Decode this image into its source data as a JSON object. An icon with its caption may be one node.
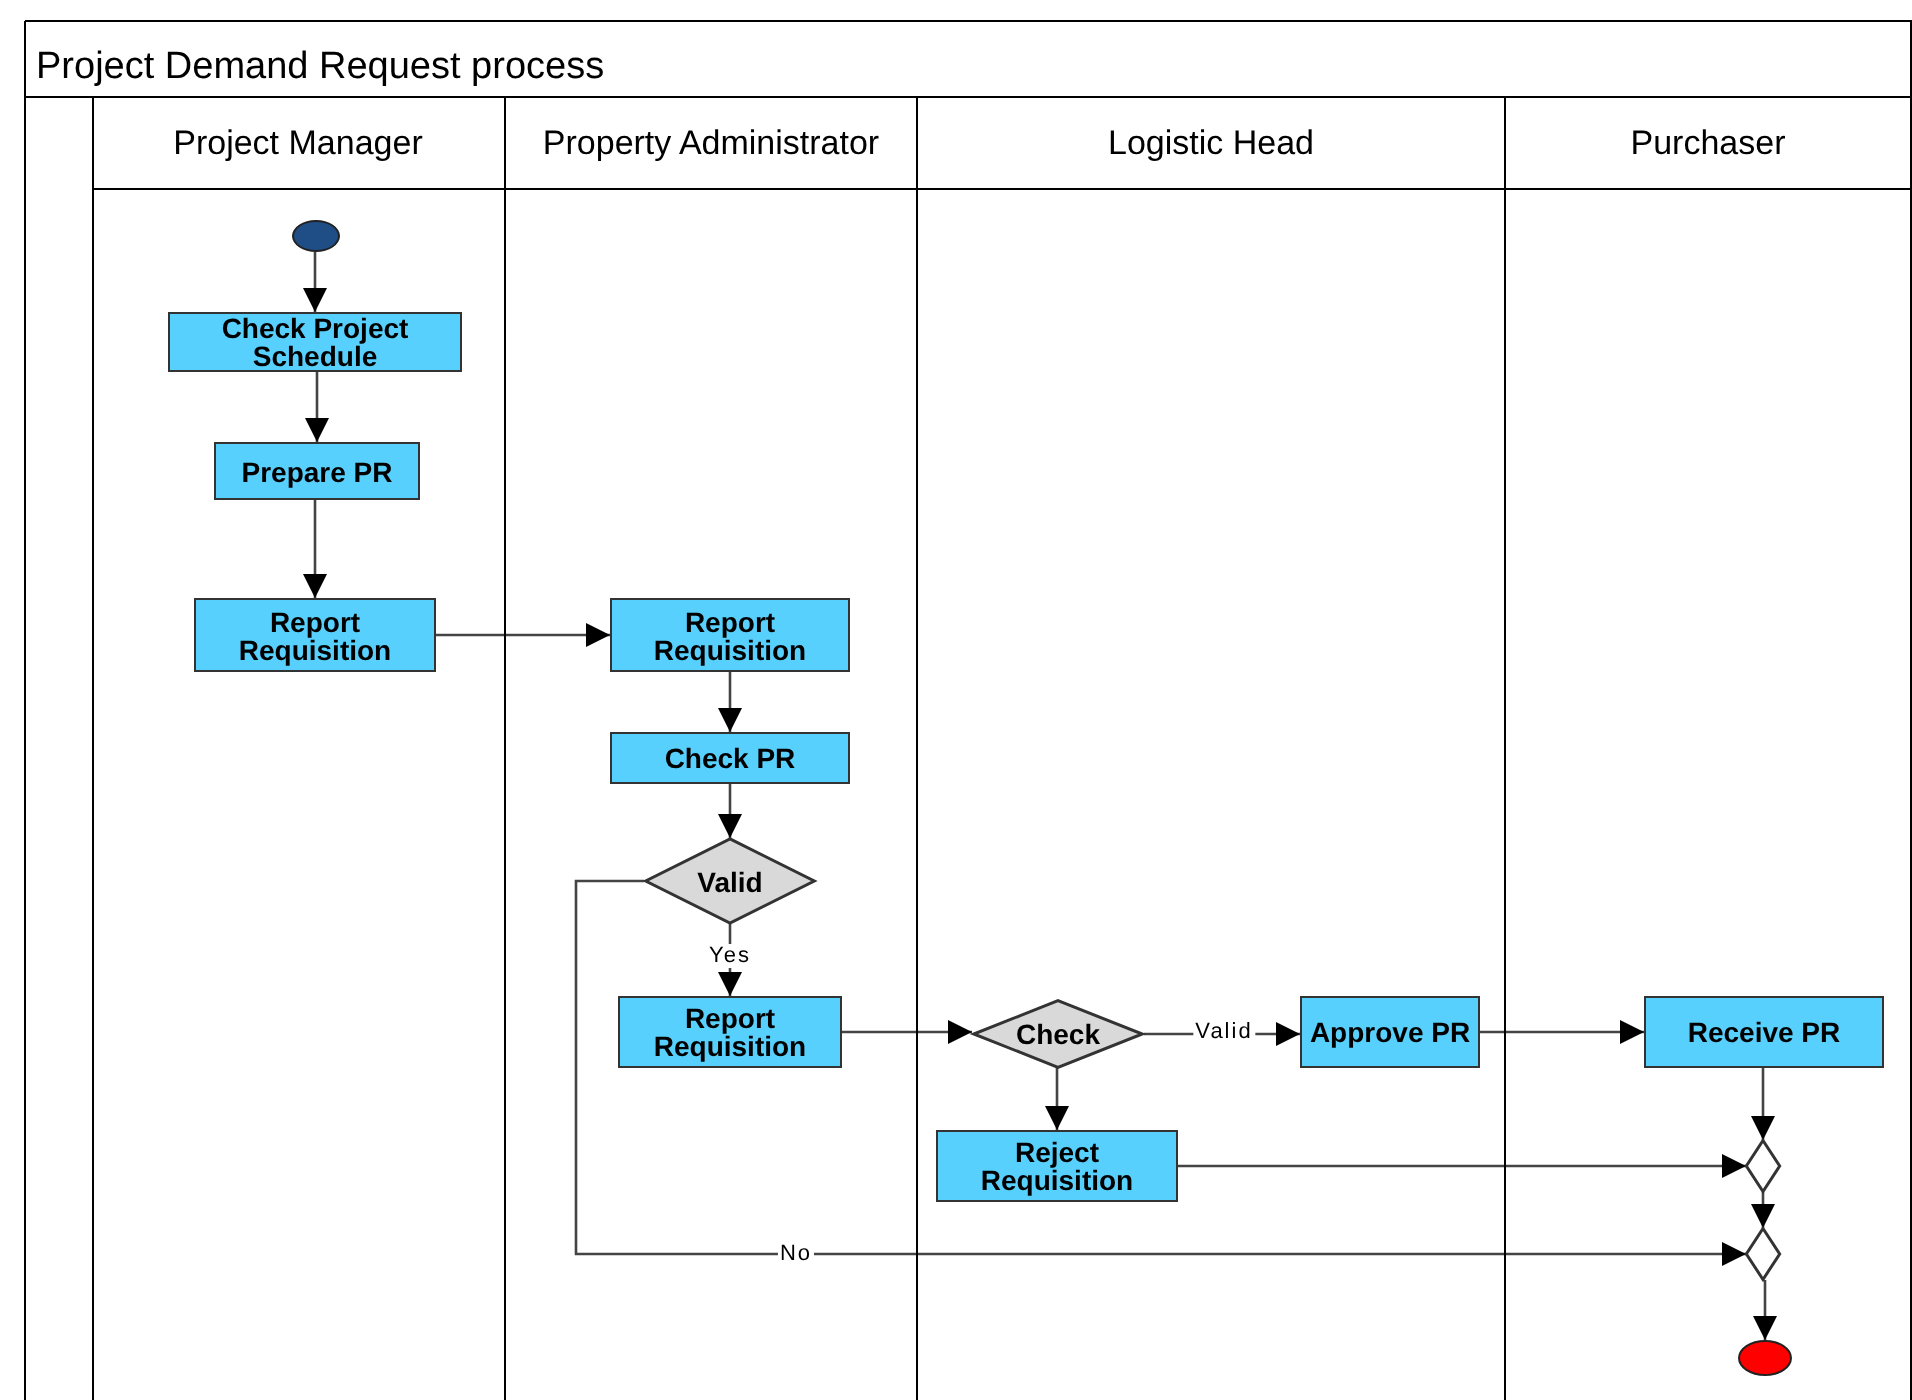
{
  "diagram": {
    "title": "Project Demand Request process",
    "nodes": [
      {
        "text": [
          "Project Manager"
        ]
      },
      {
        "text": [
          "Property Administrator"
        ]
      },
      {
        "text": [
          "Logistic Head"
        ]
      },
      {
        "text": [
          "Purchaser"
        ]
      },
      {
        "text": [],
        "shape": "circle",
        "in": 0
      },
      {
        "text": [
          "Check Project Schedule"
        ],
        "in": 0
      },
      {
        "text": [
          "Prepare PR"
        ],
        "in": 0
      },
      {
        "text": [
          "Report Requisition"
        ],
        "in": 0
      },
      {
        "text": [
          "Report Requisition"
        ],
        "in": 1
      },
      {
        "text": [
          "Check PR"
        ],
        "in": 1
      },
      {
        "text": [
          "Valid"
        ],
        "in": 1
      },
      {
        "text": [
          "Report Requisition"
        ],
        "in": 1
      },
      {
        "text": [
          "Check"
        ],
        "in": 2
      },
      {
        "text": [
          "Approve PR"
        ],
        "in": 2
      },
      {
        "text": [
          "Reject Requisition"
        ],
        "in": 2
      },
      {
        "text": [
          "Receive PR"
        ],
        "in": 3
      },
      {
        "text": [],
        "shape": "diamond",
        "in": 3
      },
      {
        "text": [],
        "shape": "diamond",
        "in": 3
      },
      {
        "text": [],
        "shape": "circle",
        "in": 3
      }
    ],
    "edges": [
      {
        "from": 4,
        "to": 5,
        "arrow": "to"
      },
      {
        "from": 5,
        "to": 6,
        "arrow": "to"
      },
      {
        "from": 6,
        "to": 7,
        "arrow": "to"
      },
      {
        "from": 7,
        "to": 8,
        "arrow": "to"
      },
      {
        "from": 8,
        "to": 9,
        "arrow": "to"
      },
      {
        "from": 9,
        "to": 10,
        "arrow": "to"
      },
      {
        "from": 10,
        "to": 11,
        "label": "Yes",
        "arrow": "to"
      },
      {
        "from": 11,
        "to": 12,
        "arrow": "to"
      },
      {
        "from": 12,
        "to": 13,
        "label": "Valid",
        "arrow": "to"
      },
      {
        "from": 12,
        "to": 14,
        "arrow": "to"
      },
      {
        "from": 13,
        "to": 15,
        "arrow": "to"
      },
      {
        "from": 15,
        "to": 16,
        "arrow": "to"
      },
      {
        "from": 14,
        "to": 16,
        "arrow": "to"
      },
      {
        "from": 16,
        "to": 17,
        "arrow": "to"
      },
      {
        "from": 10,
        "to": 17,
        "label": "No",
        "arrow": "to"
      },
      {
        "from": 17,
        "to": 18,
        "arrow": "to"
      }
    ]
  }
}
